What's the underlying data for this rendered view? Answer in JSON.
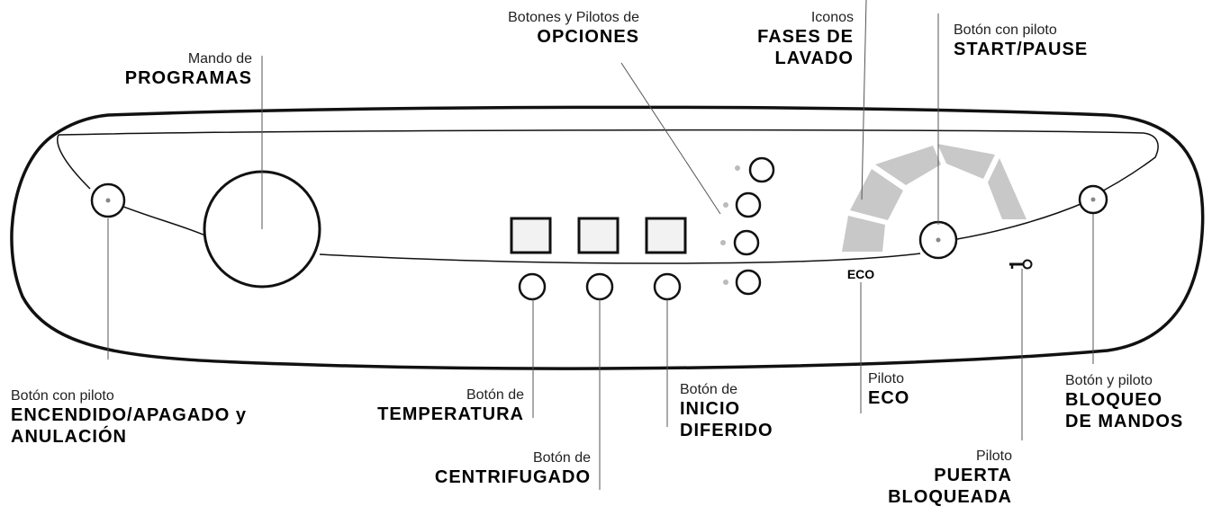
{
  "labels": {
    "programas": {
      "small": "Mando de",
      "bold1": "PROGRAMAS"
    },
    "opciones": {
      "small": "Botones y Pilotos de",
      "bold1": "OPCIONES"
    },
    "fases": {
      "small": "Iconos",
      "bold1": "FASES DE",
      "bold2": "LAVADO"
    },
    "start": {
      "small": "Botón con piloto",
      "bold1": "START/PAUSE"
    },
    "encendido": {
      "small": "Botón con piloto",
      "bold1": "ENCENDIDO/APAGADO y",
      "bold2": "ANULACIÓN"
    },
    "temperatura": {
      "small": "Botón de",
      "bold1": "TEMPERATURA"
    },
    "centrifugado": {
      "small": "Botón de",
      "bold1": "CENTRIFUGADO"
    },
    "inicio": {
      "small": "Botón de",
      "bold1": "INICIO",
      "bold2": "DIFERIDO"
    },
    "eco": {
      "small": "Piloto",
      "bold1": "ECO"
    },
    "puerta": {
      "small": "Piloto",
      "bold1": "PUERTA",
      "bold2": "BLOQUEADA"
    },
    "bloqueo": {
      "small": "Botón y piloto",
      "bold1": "BLOQUEO",
      "bold2": "DE MANDOS"
    }
  },
  "panel": {
    "eco_text": "ECO",
    "key_icon": "key-icon",
    "phase_segment_count": 5,
    "phase_color": "#c8c8c8"
  }
}
